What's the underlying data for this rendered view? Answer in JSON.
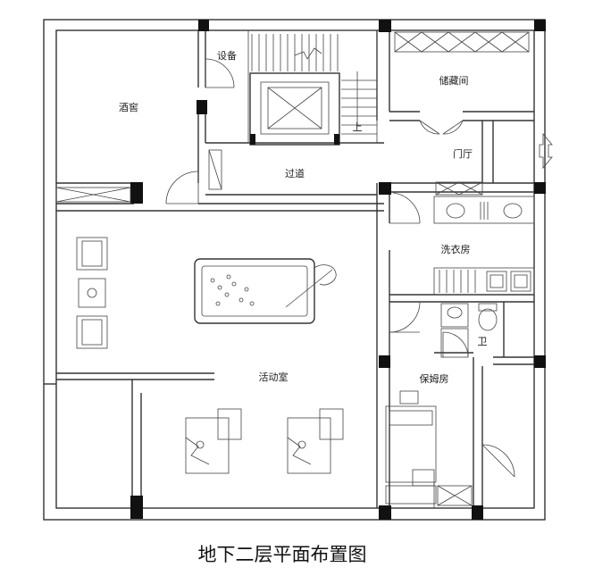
{
  "plan": {
    "title": "地下二层平面布置图",
    "rooms": {
      "wine_cellar": "酒窖",
      "equipment": "设备",
      "storage": "储藏间",
      "foyer": "门厅",
      "corridor": "过道",
      "laundry": "洗衣房",
      "bathroom": "卫",
      "nanny_room": "保姆房",
      "activity_room": "活动室"
    },
    "stair_mark": "上"
  }
}
